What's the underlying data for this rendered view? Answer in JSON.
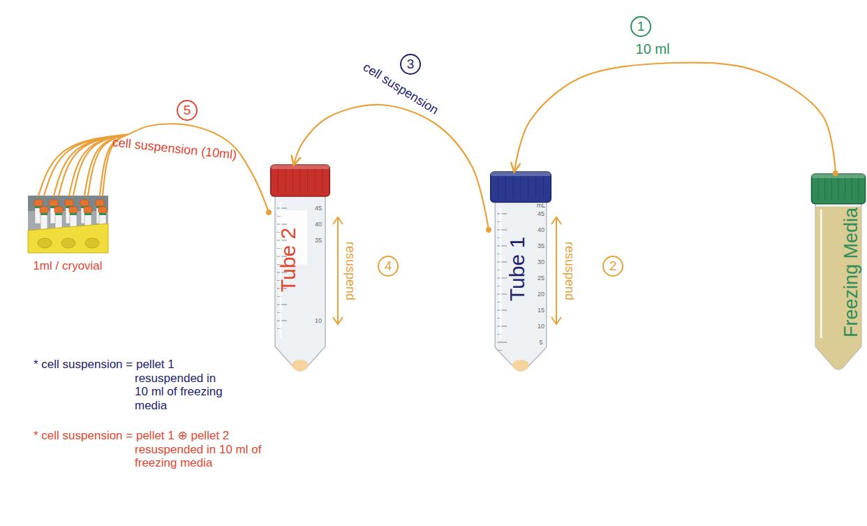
{
  "diagram": {
    "nodes": [
      {
        "text": [
          "1ml / cryovial"
        ]
      },
      {
        "text": [
          "Tube 2"
        ]
      },
      {
        "text": [
          "Tube 1"
        ]
      },
      {
        "text": [
          "Freezing Media"
        ]
      }
    ],
    "edges": [
      {
        "from": 3,
        "to": 2,
        "arrow": "to",
        "label": "10 ml"
      },
      {
        "from": 2,
        "to": 1,
        "arrow": "to",
        "label": "cell suspension"
      },
      {
        "from": 1,
        "to": 0,
        "arrow": "none",
        "label": "cell suspension (10ml)"
      }
    ],
    "labels": [
      "1",
      "3",
      "5",
      "2",
      "4",
      "resuspend",
      "resuspend",
      "* cell suspension = pellet 1 resuspended in 10 ml of freezing media",
      "* cell suspension = pellet 1 ⊕ pellet 2 resuspended in 10 ml of freezing media",
      "mL",
      "45",
      "40",
      "35",
      "30",
      "25",
      "20",
      "15",
      "10",
      "5",
      "45",
      "40",
      "35",
      "10"
    ]
  }
}
